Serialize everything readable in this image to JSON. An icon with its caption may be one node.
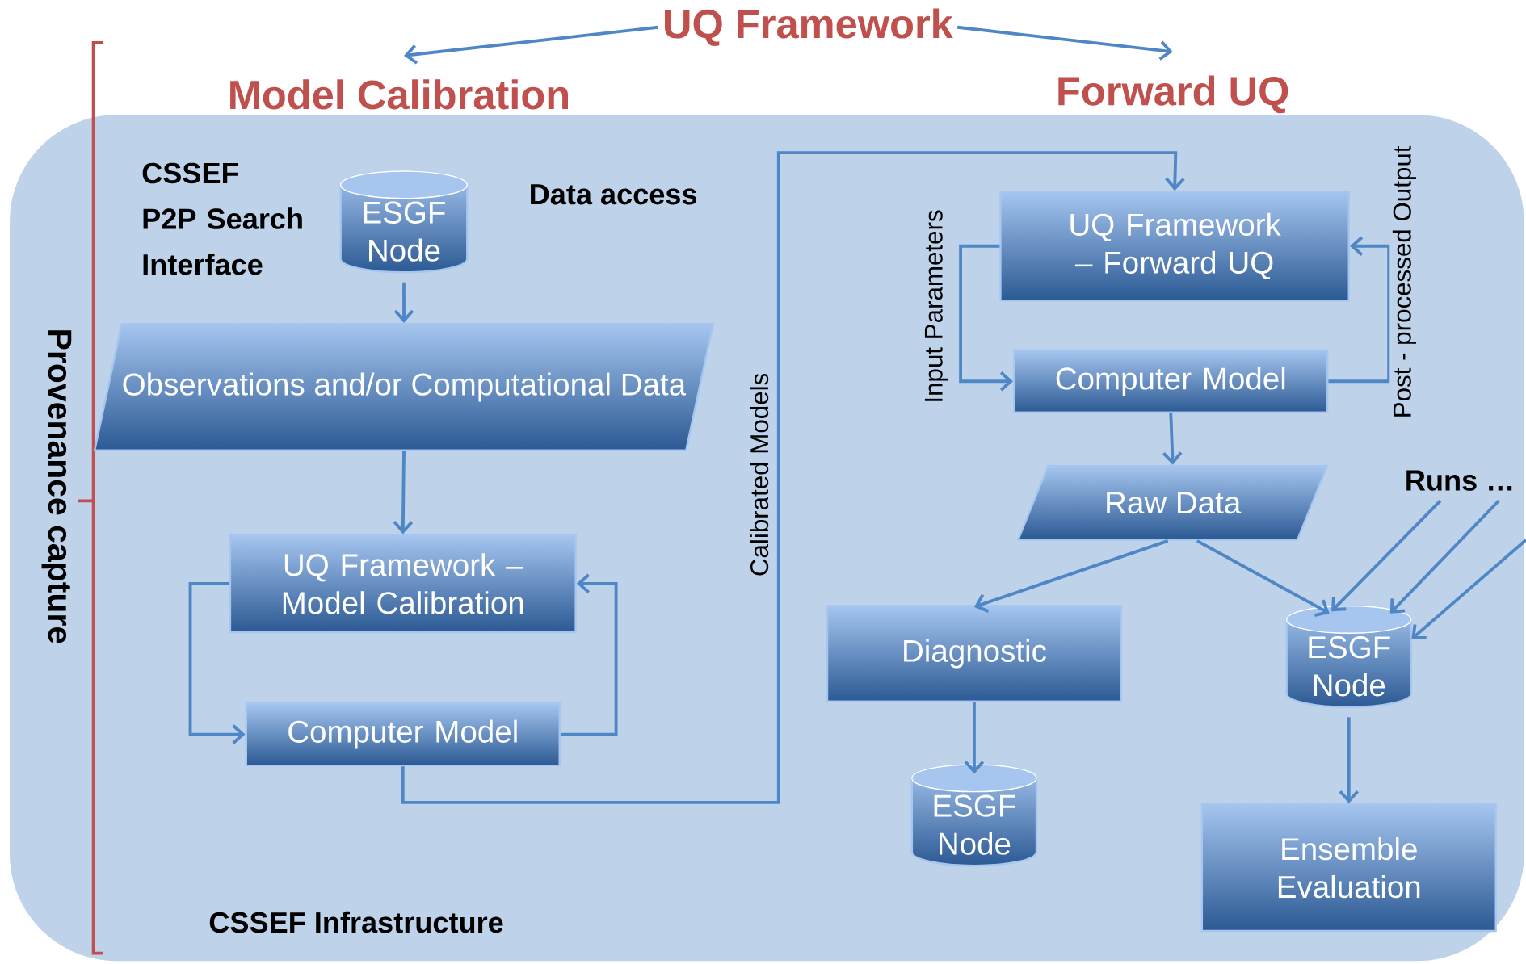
{
  "diagram": {
    "nodes": [
      {
        "text": [
          "UQ Framework"
        ]
      },
      {
        "text": [
          "Model Calibration"
        ]
      },
      {
        "text": [
          "Forward UQ"
        ]
      },
      {
        "text": [
          "CSSEF Infrastructure"
        ]
      },
      {
        "text": [
          "ESGF Node"
        ],
        "in": 3
      },
      {
        "text": [
          "Observations and/or Computational Data"
        ],
        "in": 3
      },
      {
        "text": [
          "UQ Framework – Model Calibration"
        ],
        "in": 3
      },
      {
        "text": [
          "Computer Model"
        ],
        "in": 3
      },
      {
        "text": [
          "UQ Framework – Forward UQ"
        ],
        "in": 3
      },
      {
        "text": [
          "Computer Model"
        ],
        "in": 3
      },
      {
        "text": [
          "Raw Data"
        ],
        "in": 3
      },
      {
        "text": [
          "Runs …"
        ],
        "in": 3
      },
      {
        "text": [
          "Diagnostic"
        ],
        "in": 3
      },
      {
        "text": [
          "ESGF Node"
        ],
        "in": 3
      },
      {
        "text": [
          "ESGF Node"
        ],
        "in": 3
      },
      {
        "text": [
          "Ensemble Evaluation"
        ],
        "in": 3
      }
    ],
    "edges": [
      {
        "from": 0,
        "to": 1,
        "arrow": "to"
      },
      {
        "from": 0,
        "to": 2,
        "arrow": "to"
      },
      {
        "from": 4,
        "to": 5,
        "arrow": "to"
      },
      {
        "from": 5,
        "to": 6,
        "arrow": "to"
      },
      {
        "from": 6,
        "to": 7,
        "arrow": "to"
      },
      {
        "from": 7,
        "to": 6,
        "arrow": "to"
      },
      {
        "from": 7,
        "to": 8,
        "arrow": "to",
        "label": "Calibrated Models"
      },
      {
        "from": 8,
        "to": 9,
        "arrow": "to",
        "label": "Input Parameters"
      },
      {
        "from": 9,
        "to": 8,
        "arrow": "to",
        "label": "Post - processed Output"
      },
      {
        "from": 9,
        "to": 10,
        "arrow": "to"
      },
      {
        "from": 10,
        "to": 12,
        "arrow": "to"
      },
      {
        "from": 10,
        "to": 13,
        "arrow": "to"
      },
      {
        "from": 11,
        "to": 13,
        "arrow": "to"
      },
      {
        "from": 11,
        "to": 13,
        "arrow": "to"
      },
      {
        "from": null,
        "to": 13,
        "arrow": "to"
      },
      {
        "from": 12,
        "to": 14,
        "arrow": "to"
      },
      {
        "from": 13,
        "to": 15,
        "arrow": "to"
      }
    ],
    "labels": [
      "Provenance capture",
      "CSSEF P2P Search Interface",
      "Data access"
    ]
  }
}
